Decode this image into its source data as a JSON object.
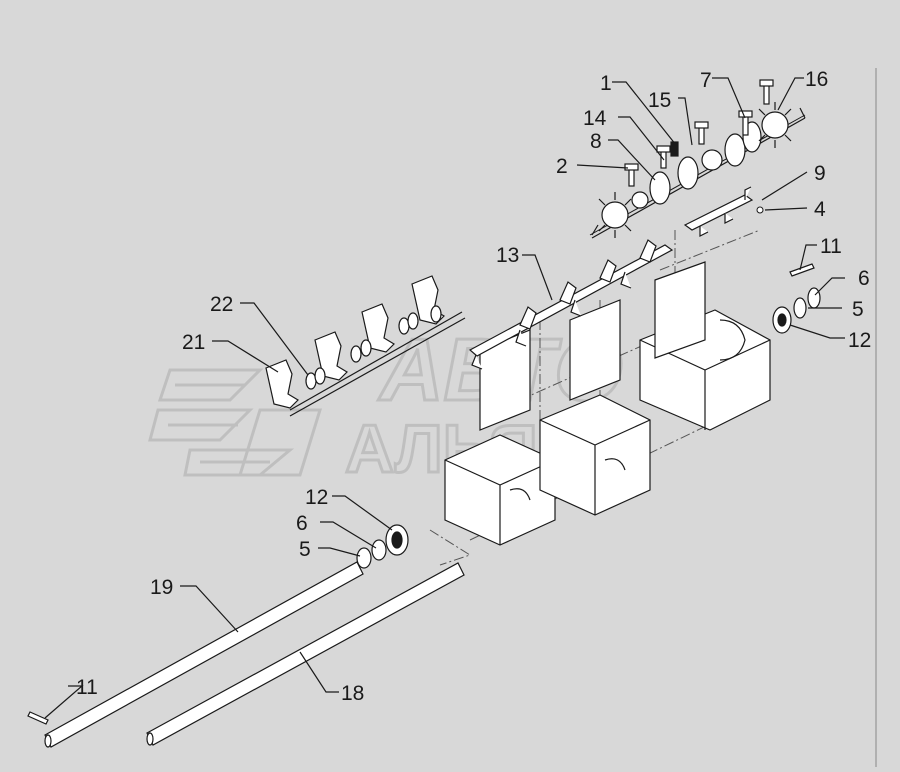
{
  "callouts": [
    {
      "id": "c1",
      "text": "1"
    },
    {
      "id": "c14",
      "text": "14"
    },
    {
      "id": "c15",
      "text": "15"
    },
    {
      "id": "c7",
      "text": "7"
    },
    {
      "id": "c16",
      "text": "16"
    },
    {
      "id": "c8",
      "text": "8"
    },
    {
      "id": "c2",
      "text": "2"
    },
    {
      "id": "c9",
      "text": "9"
    },
    {
      "id": "c4",
      "text": "4"
    },
    {
      "id": "c13",
      "text": "13"
    },
    {
      "id": "c11a",
      "text": "11"
    },
    {
      "id": "c6a",
      "text": "6"
    },
    {
      "id": "c5a",
      "text": "5"
    },
    {
      "id": "c12a",
      "text": "12"
    },
    {
      "id": "c22",
      "text": "22"
    },
    {
      "id": "c21",
      "text": "21"
    },
    {
      "id": "c12b",
      "text": "12"
    },
    {
      "id": "c6b",
      "text": "6"
    },
    {
      "id": "c5b",
      "text": "5"
    },
    {
      "id": "c19",
      "text": "19"
    },
    {
      "id": "c18",
      "text": "18"
    },
    {
      "id": "c11b",
      "text": "11"
    }
  ],
  "watermark": {
    "line1": "АВТО",
    "line2": "АЛЬЯНС"
  },
  "colors": {
    "background": "#d8d8d8",
    "ink": "#1a1a1a",
    "part_fill": "#ffffff",
    "watermark": "#bdbdbd"
  }
}
